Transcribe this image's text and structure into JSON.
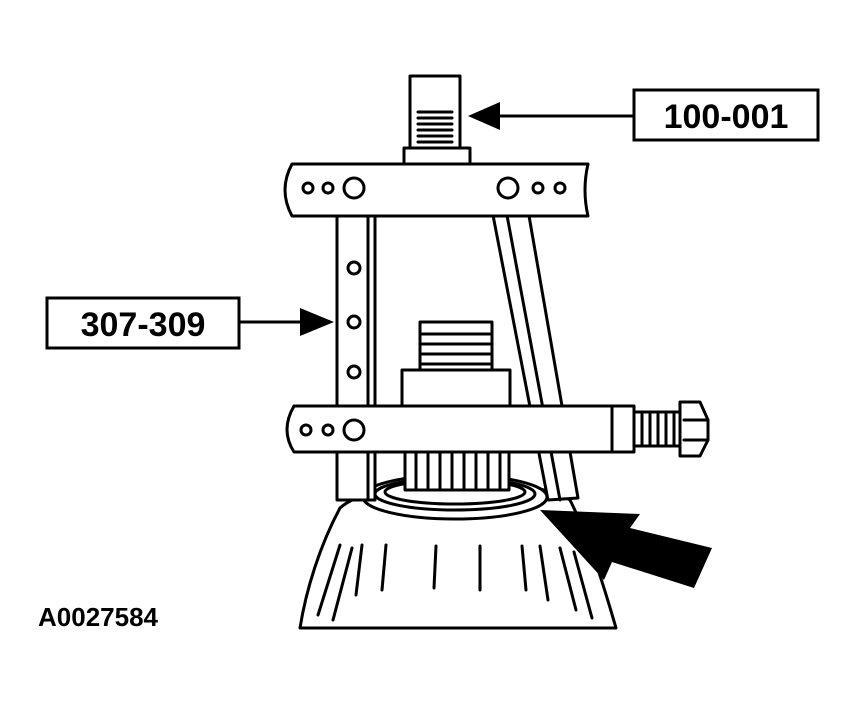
{
  "callouts": {
    "tool_top": "100-001",
    "tool_puller": "307-309"
  },
  "figure_id": "A0027584",
  "colors": {
    "ink": "#000000",
    "paper": "#ffffff"
  }
}
